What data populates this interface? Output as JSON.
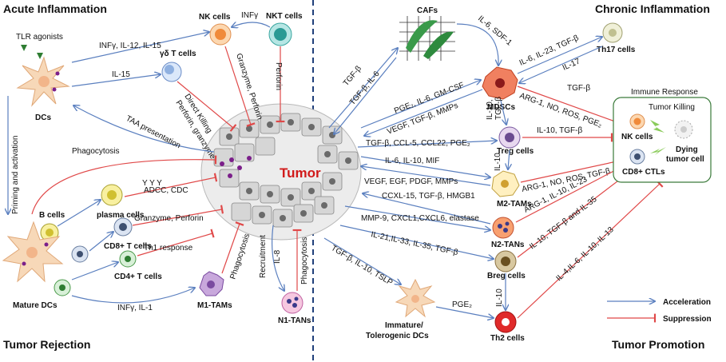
{
  "corners": {
    "top_left": "Acute Inflammation",
    "top_right": "Chronic Inflammation",
    "bottom_left": "Tumor Rejection",
    "bottom_right": "Tumor Promotion"
  },
  "tumor_label": "Tumor",
  "cells": {
    "tlr": "TLR agonists",
    "dcs": "DCs",
    "nk": "NK cells",
    "nkt": "NKT cells",
    "gd": "γδ T cells",
    "b": "B cells",
    "plasma": "plasma cells",
    "cd8": "CD8+ T cells",
    "cd4": "CD4+ T cells",
    "mature_dcs": "Mature DCs",
    "m1": "M1-TAMs",
    "n1": "N1-TANs",
    "cafs": "CAFs",
    "th17": "Th17 cells",
    "mdscs": "MDSCs",
    "treg": "Treg cells",
    "m2": "M2-TAMs",
    "n2": "N2-TANs",
    "breg": "Breg cells",
    "th2": "Th2 cells",
    "imm_dcs_1": "Immature/",
    "imm_dcs_2": "Tolerogenic DCs"
  },
  "left_labels": {
    "infg_il12_il15": "INFγ, IL-12, IL-15",
    "infg_top": "INFγ",
    "il15": "IL-15",
    "direct_killing": "Direct Killing",
    "perforin_granzyme": "Perforin, granzyme",
    "granzyme_perforin_nk": "Granzyme, Perforin",
    "perforin_nkt": "Perforin",
    "taa": "TAA presentation",
    "priming": "Priming and activation",
    "phagocytosis_top": "Phagocytosis",
    "adcc": "ADCC, CDC",
    "granzyme_perforin_cd8": "Granzyme, Perforin",
    "th1": "Th1 response",
    "phagocytosis_m1": "Phagocytosis",
    "infg_il1": "INFγ, IL-1",
    "recruitment": "Recruitment",
    "il8": "IL-8",
    "phagocytosis_n1": "Phagocytosis",
    "antibodies": "Y  Y  Y"
  },
  "right_labels": {
    "il6_sdf1": "IL-6, SDF-1",
    "tgfb_caf_1": "TGF-β",
    "tgfb_caf_2": "TGF-β, IL-6",
    "il6_il23_tgfb": "IL-6, IL-23, TGF-β",
    "il17": "IL-17",
    "pge2_il6_gmcsf": "PGE₂, IL-6, GM-CSF",
    "vegf_tgfb_mmps": "VEGF, TGF-β, MMPs",
    "tgfb_mdsc": "TGF-β",
    "arg1_no_ros_pge2": "ARG-1, NO, ROS, PGE₂",
    "il10_tgfb_treg_1": "IL-10,",
    "il10_tgfb_treg_2": "TGF-β",
    "il10_tgfb": "IL-10, TGF-β",
    "tgfb_ccl5": "TGF-β, CCL-5, CCL22, PGE₂",
    "il10_m2": "IL-10",
    "il6_il10_mif": "IL-6, IL-10, MIF",
    "vegf_egf": "VEGF, EGF, PDGF, MMPs",
    "arg1_no_ros_tgfb": "ARG-1, NO, ROS, TGF-β",
    "ccxl15": "CCXL-15, TGF-β, HMGB1",
    "arg1_il10_il23": "ARG-1, IL-10, IL-23",
    "mmp9": "MMP-9, CXCL1,CXCL6, elastase",
    "il10_tgfb_il35": "IL-10, TGF-β and IL-35",
    "il21": "IL-21,IL-33, IL-35, TGF-β",
    "tgfb_il10_tslp": "TGF-β, IL-10, TSLP",
    "il4": "IL-4,IL-6, IL-10, IL-13",
    "il10_th2": "IL-10",
    "pge2_bottom": "PGE₂"
  },
  "immune_box": {
    "title": "Immune Response",
    "killing": "Tumor Killing",
    "nk": "NK cells",
    "dying_1": "Dying",
    "dying_2": "tumor cell",
    "ctl": "CD8+ CTLs"
  },
  "legend": {
    "acceleration": "Acceleration",
    "suppression": "Suppression"
  },
  "colors": {
    "acceleration": "#5a7fbf",
    "suppression": "#e04848",
    "tumor_text": "#d11a1a",
    "divider": "#1f3f7a"
  }
}
